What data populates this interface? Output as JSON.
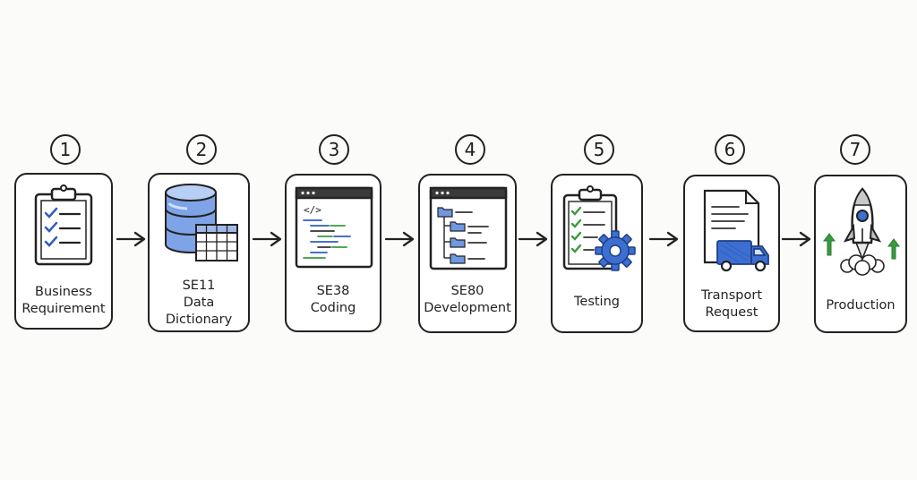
{
  "steps": [
    {
      "number": "1",
      "lines": [
        "Business",
        "Requirement"
      ],
      "icon": "clipboard-checklist-icon"
    },
    {
      "number": "2",
      "lines": [
        "SE11",
        "Data",
        "Dictionary"
      ],
      "icon": "database-table-icon"
    },
    {
      "number": "3",
      "lines": [
        "SE38",
        "Coding"
      ],
      "icon": "code-window-icon"
    },
    {
      "number": "4",
      "lines": [
        "SE80",
        "Development"
      ],
      "icon": "folder-tree-window-icon"
    },
    {
      "number": "5",
      "lines": [
        "Testing"
      ],
      "icon": "checklist-gear-icon"
    },
    {
      "number": "6",
      "lines": [
        "Transport",
        "Request"
      ],
      "icon": "document-truck-icon"
    },
    {
      "number": "7",
      "lines": [
        "Production"
      ],
      "icon": "rocket-launch-icon"
    }
  ],
  "colors": {
    "stroke": "#222222",
    "blue": "#3d6fd1",
    "blue_light": "#a9c3f0",
    "green": "#3a9a3e"
  }
}
